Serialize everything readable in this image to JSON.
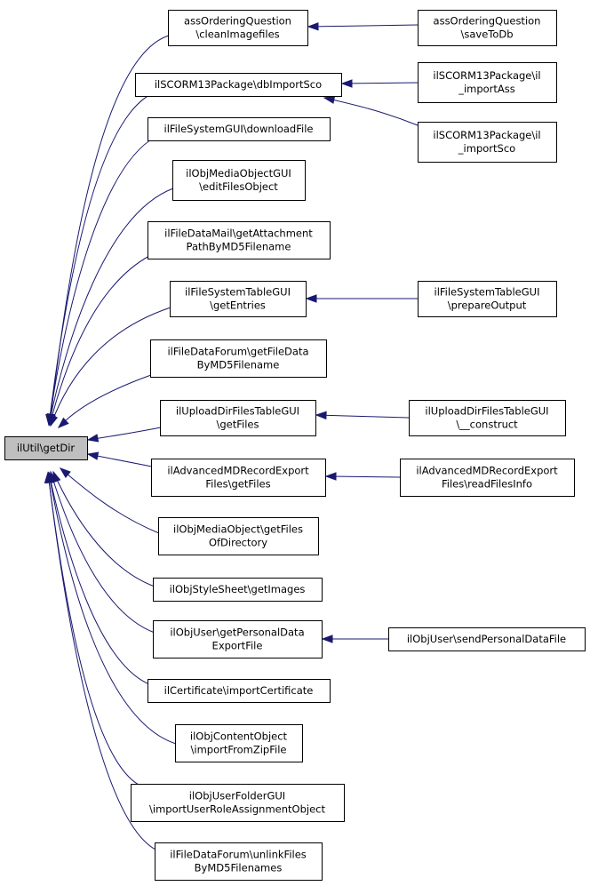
{
  "nodes": {
    "root": [
      "ilUtil\\getDir"
    ],
    "a1": [
      "assOrderingQuestion",
      "\\cleanImagefiles"
    ],
    "a2": [
      "ilSCORM13Package\\dbImportSco"
    ],
    "a3": [
      "ilFileSystemGUI\\downloadFile"
    ],
    "a4": [
      "ilObjMediaObjectGUI",
      "\\editFilesObject"
    ],
    "a5": [
      "ilFileDataMail\\getAttachment",
      "PathByMD5Filename"
    ],
    "a6": [
      "ilFileSystemTableGUI",
      "\\getEntries"
    ],
    "a7": [
      "ilFileDataForum\\getFileData",
      "ByMD5Filename"
    ],
    "a8": [
      "ilUploadDirFilesTableGUI",
      "\\getFiles"
    ],
    "a9": [
      "ilAdvancedMDRecordExport",
      "Files\\getFiles"
    ],
    "a10": [
      "ilObjMediaObject\\getFiles",
      "OfDirectory"
    ],
    "a11": [
      "ilObjStyleSheet\\getImages"
    ],
    "a12": [
      "ilObjUser\\getPersonalData",
      "ExportFile"
    ],
    "a13": [
      "ilCertificate\\importCertificate"
    ],
    "a14": [
      "ilObjContentObject",
      "\\importFromZipFile"
    ],
    "a15": [
      "ilObjUserFolderGUI",
      "\\importUserRoleAssignmentObject"
    ],
    "a16": [
      "ilFileDataForum\\unlinkFiles",
      "ByMD5Filenames"
    ],
    "b1": [
      "assOrderingQuestion",
      "\\saveToDb"
    ],
    "b2": [
      "ilSCORM13Package\\il",
      "_importAss"
    ],
    "b3": [
      "ilSCORM13Package\\il",
      "_importSco"
    ],
    "b4": [
      "ilFileSystemTableGUI",
      "\\prepareOutput"
    ],
    "b5": [
      "ilUploadDirFilesTableGUI",
      "\\__construct"
    ],
    "b6": [
      "ilAdvancedMDRecordExport",
      "Files\\readFilesInfo"
    ],
    "b7": [
      "ilObjUser\\sendPersonalDataFile"
    ]
  }
}
